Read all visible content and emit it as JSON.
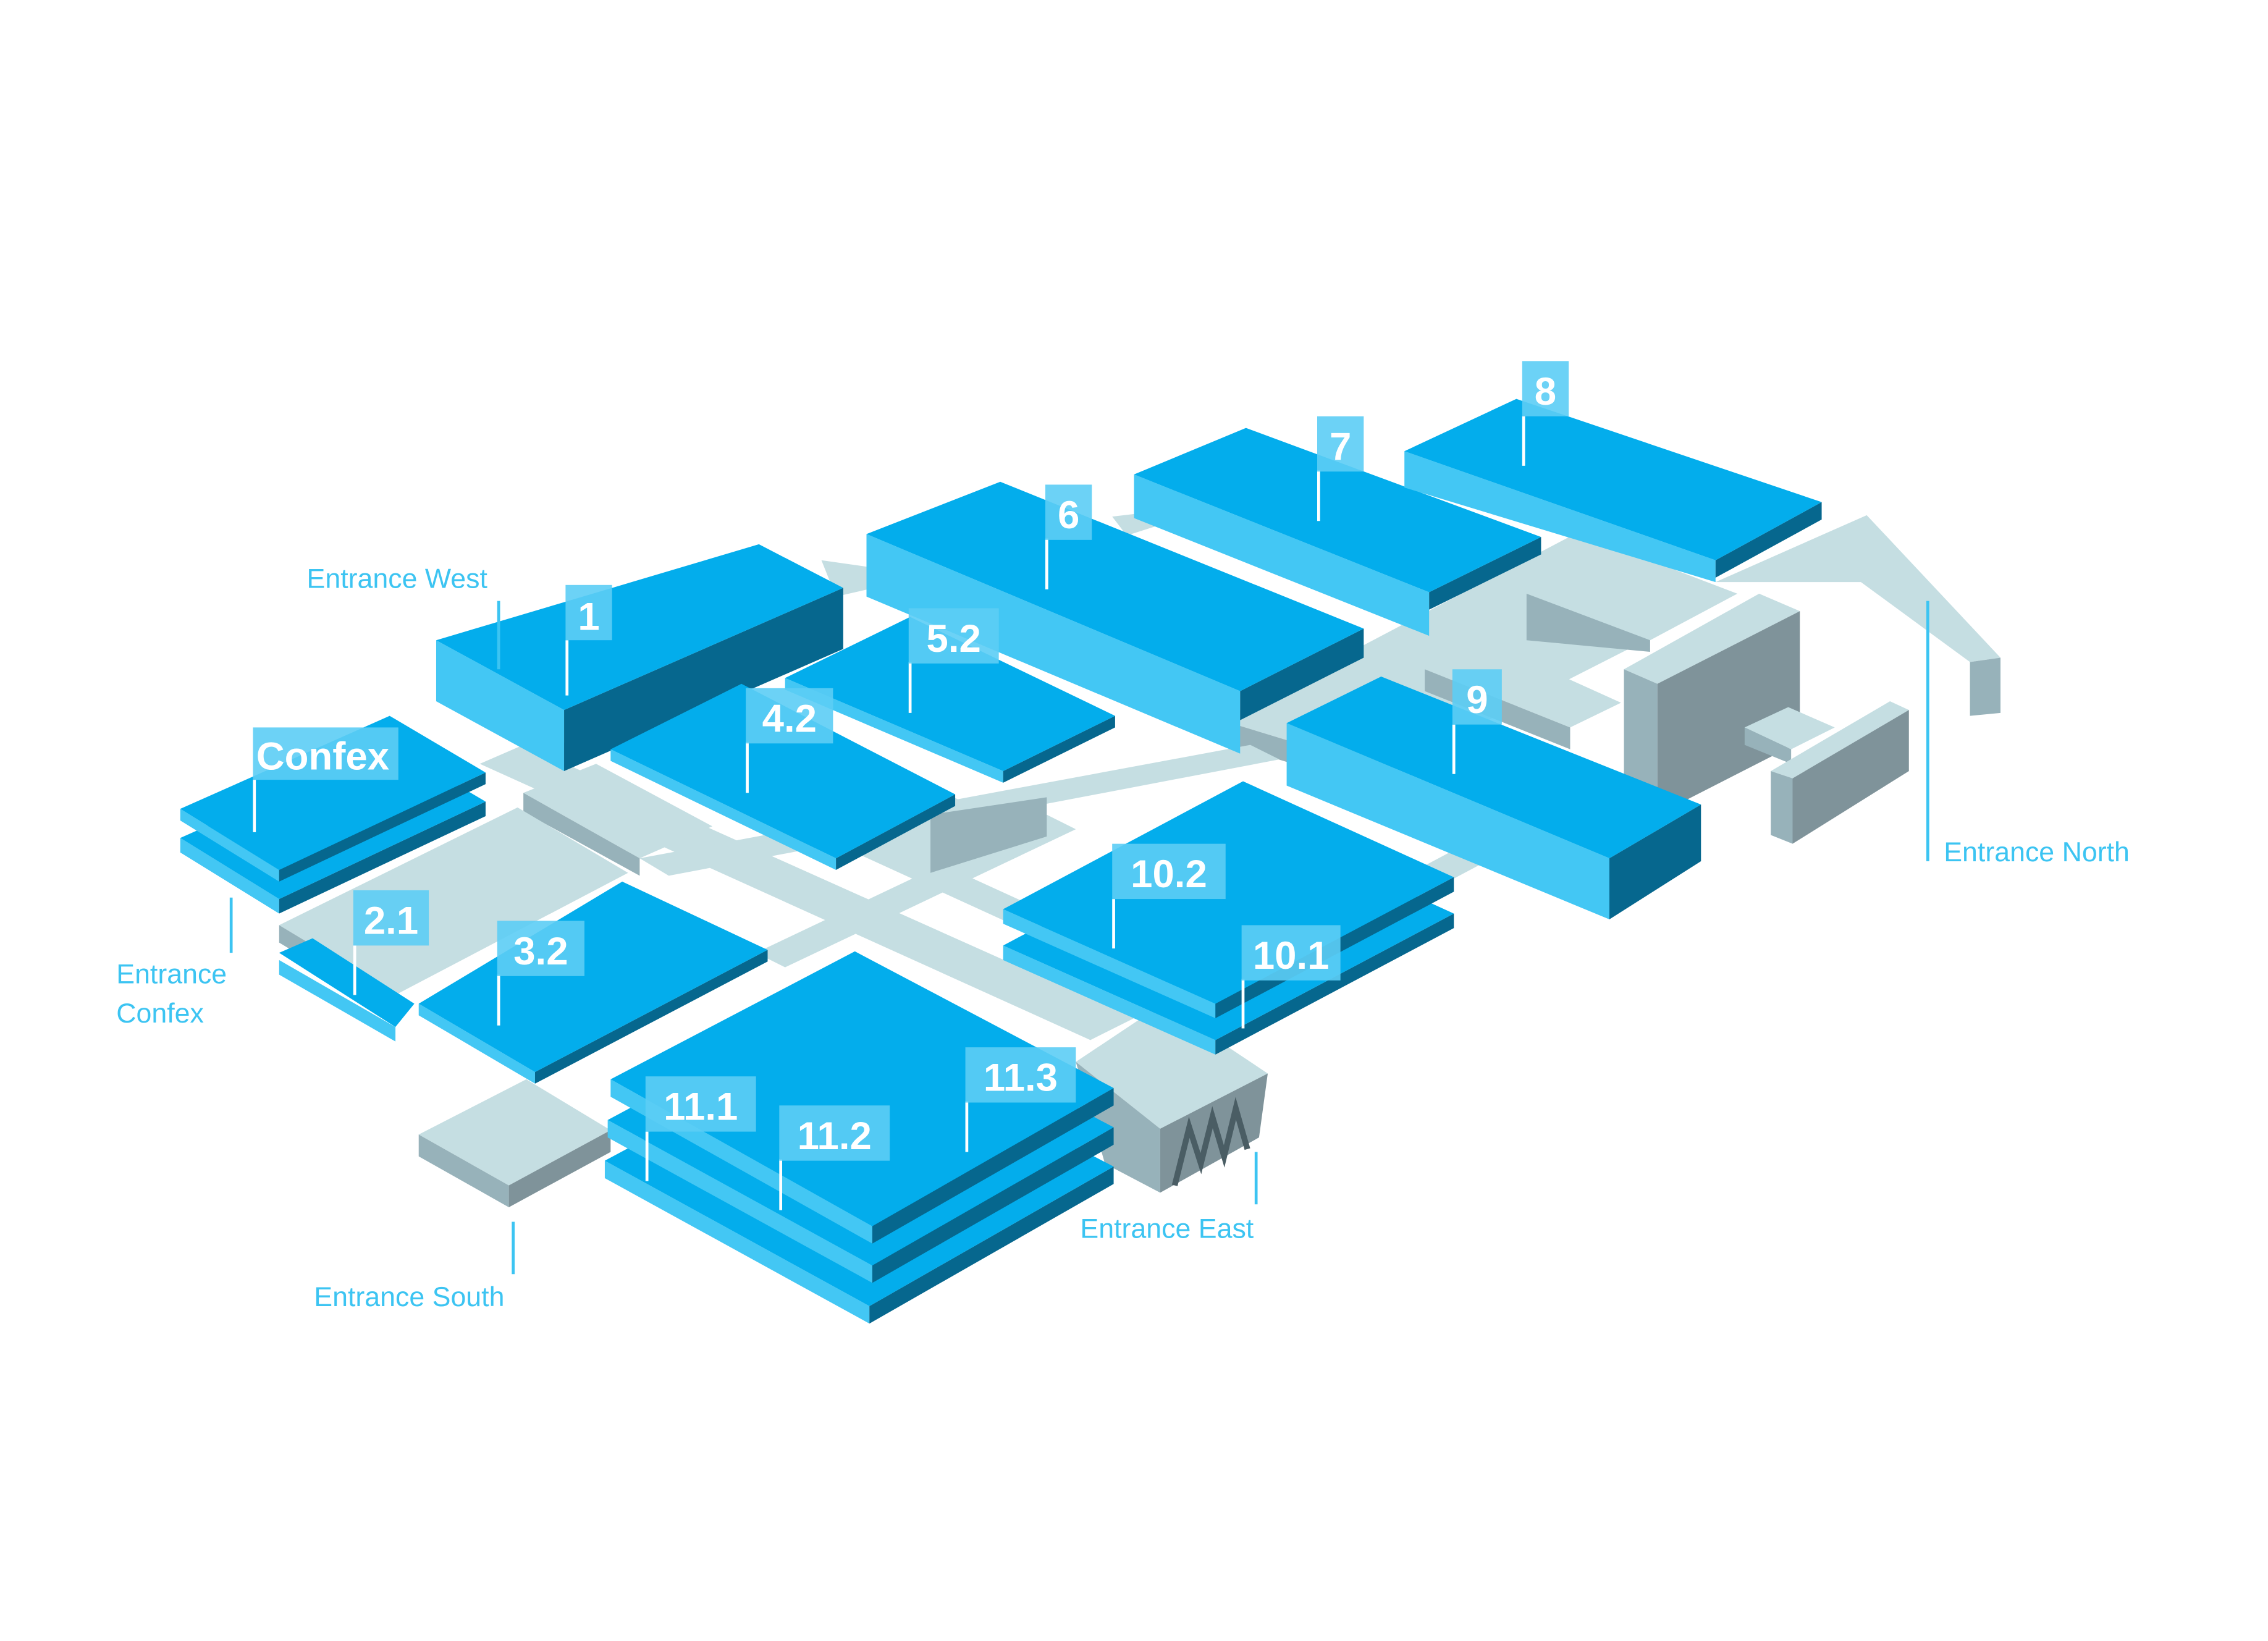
{
  "halls": {
    "h1": "1",
    "h21": "2.1",
    "h32": "3.2",
    "h42": "4.2",
    "h52": "5.2",
    "h6": "6",
    "h7": "7",
    "h8": "8",
    "h9": "9",
    "h101": "10.1",
    "h102": "10.2",
    "h111": "11.1",
    "h112": "11.2",
    "h113": "11.3",
    "confex": "Confex"
  },
  "entrances": {
    "west": "Entrance West",
    "confex_1": "Entrance",
    "confex_2": "Confex",
    "south": "Entrance South",
    "east": "Entrance East",
    "north": "Entrance North"
  },
  "colors": {
    "hall": "#03adec",
    "hall_side": "#43c7f4",
    "hall_dark": "#06678e",
    "walkway": "#c5dee2",
    "label_text": "#3cc4f2"
  }
}
